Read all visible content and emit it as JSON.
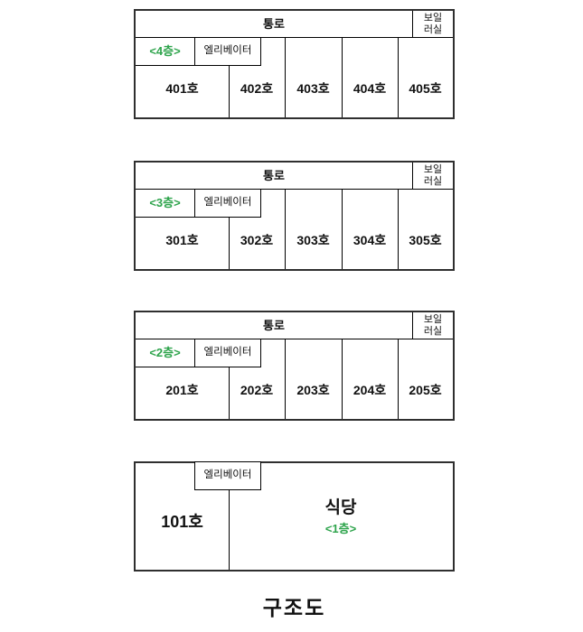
{
  "caption": "구조도",
  "colors": {
    "floor_tag_green": "#2EA44C",
    "wall_line": "#000000",
    "outer_border": "#2f2f2f",
    "text": "#111111",
    "background": "#ffffff"
  },
  "shared": {
    "corridor": "통로",
    "boiler_line1": "보일",
    "boiler_line2": "러실",
    "elevator": "엘리베이터"
  },
  "floors": [
    {
      "tag": "<4층>",
      "rooms": [
        "401호",
        "402호",
        "403호",
        "404호",
        "405호"
      ]
    },
    {
      "tag": "<3층>",
      "rooms": [
        "301호",
        "302호",
        "303호",
        "304호",
        "305호"
      ]
    },
    {
      "tag": "<2층>",
      "rooms": [
        "201호",
        "202호",
        "203호",
        "204호",
        "205호"
      ]
    }
  ],
  "first_floor": {
    "tag": "<1층>",
    "room": "101호",
    "cafeteria": "식당"
  }
}
